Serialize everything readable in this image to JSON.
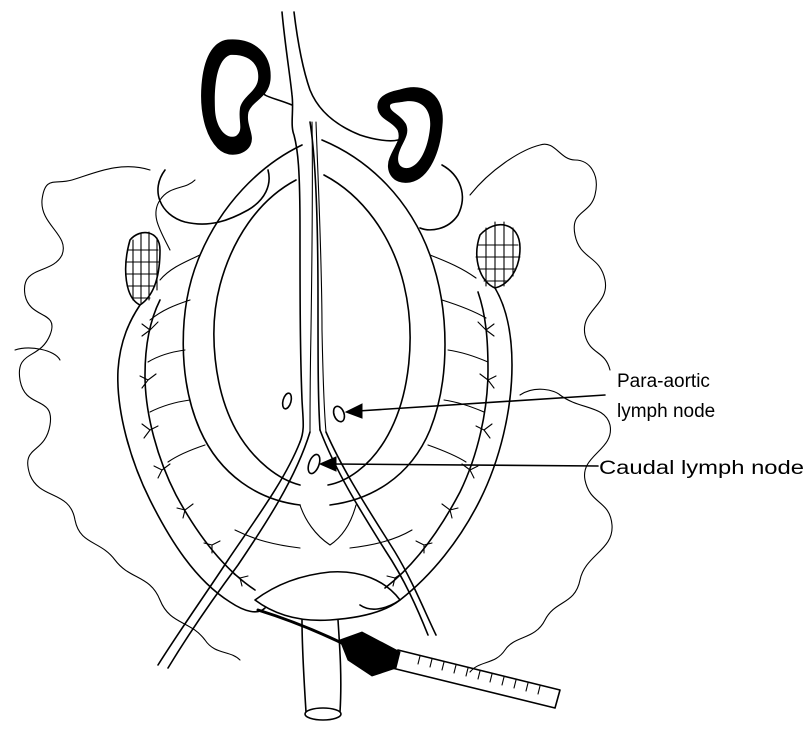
{
  "labels": {
    "para_aortic_line1": "Para-aortic",
    "para_aortic_line2": "lymph node",
    "caudal": "Caudal  lymph node"
  },
  "colors": {
    "ink": "#000000",
    "paper": "#ffffff"
  }
}
